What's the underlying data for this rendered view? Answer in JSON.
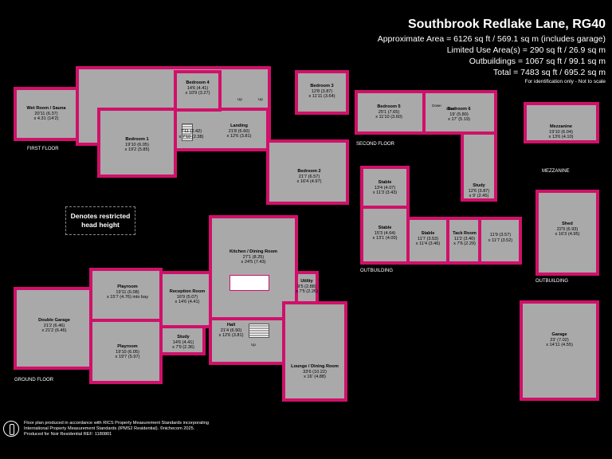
{
  "header": {
    "title": "Southbrook Redlake Lane, RG40",
    "lines": [
      "Approximate Area = 6126 sq ft / 569.1 sq m (includes garage)",
      "Limited Use Area(s) = 290 sq ft / 26.9 sq m",
      "Outbuildings = 1067 sq ft / 99.1 sq m",
      "Total = 7483 sq ft / 695.2 sq m"
    ],
    "note": "For identification only - Not to scale"
  },
  "colors": {
    "background": "#000000",
    "walls": "#d0106a",
    "floor": "#a9a9a9"
  },
  "key": {
    "line1": "Denotes restricted",
    "line2": "head height"
  },
  "floors": {
    "first": "FIRST FLOOR",
    "second": "SECOND FLOOR",
    "ground": "GROUND FLOOR",
    "mezzanine": "MEZZANINE",
    "outbuilding1": "OUTBUILDING",
    "outbuilding2": "OUTBUILDING"
  },
  "rooms": {
    "wet_room": {
      "name": "Wet Room / Sauna",
      "dims": "20'11 (6.37)\nx 4.31 (14'2)"
    },
    "bedroom4": {
      "name": "Bedroom 4",
      "dims": "14'6 (4.41)\nx 10'9 (3.27)"
    },
    "bedroom3": {
      "name": "Bedroom 3",
      "dims": "12'8 (3.87)\nx 11'11 (3.64)"
    },
    "bedroom1": {
      "name": "Bedroom 1",
      "dims": "19'10 (6.05)\nx 19'2 (5.85)"
    },
    "ff_small": {
      "name": "",
      "dims": "7'11 (2.42)\nx 7'10 (2.38)"
    },
    "landing": {
      "name": "Landing",
      "dims": "21'8 (6.60)\nx 12'6 (3.81)"
    },
    "bedroom2": {
      "name": "Bedroom 2",
      "dims": "21'7 (6.57)\nx 16'4 (4.97)"
    },
    "bedroom5": {
      "name": "Bedroom 5",
      "dims": "25'1 (7.65)\nx 11'10 (3.60)"
    },
    "bedroom6": {
      "name": "Bedroom 6",
      "dims": "19' (5.80)\nx 17' (5.19)"
    },
    "study_sf": {
      "name": "Study",
      "dims": "12'6 (3.87)\nx 9' (2.45)"
    },
    "mezzanine": {
      "name": "Mezzanine",
      "dims": "19'10 (6.04)\nx 13'6 (4.10)"
    },
    "stable1": {
      "name": "Stable",
      "dims": "13'4 (4.07)\nx 11'3 (3.43)"
    },
    "stable2": {
      "name": "Stable",
      "dims": "15'3 (4.64)\nx 13'1 (4.00)"
    },
    "stable3": {
      "name": "Stable",
      "dims": "11'7 (3.53)\nx 11'4 (3.46)"
    },
    "tack_room": {
      "name": "Tack Room",
      "dims": "11'2 (3.40)\nx 7'6 (2.29)"
    },
    "ob_room": {
      "name": "",
      "dims": "11'9 (3.57)\nx 11'7 (3.52)"
    },
    "shed": {
      "name": "Shed",
      "dims": "22'9 (6.93)\nx 16'3 (4.95)"
    },
    "garage": {
      "name": "Garage",
      "dims": "23' (7.02)\nx 14'11 (4.55)"
    },
    "kitchen": {
      "name": "Kitchen / Dining Room",
      "dims": "27'1 (8.25)\nx 24'5 (7.43)"
    },
    "utility": {
      "name": "Utility",
      "dims": "9'5 (2.88)\nx 7'5 (2.26)"
    },
    "playroom1": {
      "name": "Playroom",
      "dims": "19'11 (6.08)\nx 15'7 (4.76) into bay"
    },
    "reception": {
      "name": "Reception Room",
      "dims": "16'9 (5.07)\nx 14'6 (4.41)"
    },
    "double_garage": {
      "name": "Double Garage",
      "dims": "21'2 (6.46)\nx 21'2 (6.46)"
    },
    "playroom2": {
      "name": "Playroom",
      "dims": "19'10 (6.05)\nx 19'7 (5.97)"
    },
    "study_gf": {
      "name": "Study",
      "dims": "14'6 (4.41)\nx 7'9 (2.36)"
    },
    "hall": {
      "name": "Hall",
      "dims": "21'4 (6.50)\nx 12'6 (3.81)"
    },
    "lounge": {
      "name": "Lounge / Dining Room",
      "dims": "33'6 (10.22)\nx 16' (4.88)"
    }
  },
  "small_labels": {
    "down1": "Down",
    "down2": "Down",
    "up1": "Up",
    "up2": "Up",
    "up3": "Up"
  },
  "footer": {
    "line1": "Floor plan produced in accordance with RICS Property Measurement Standards incorporating",
    "line2": "International Property Measurement Standards (IPMS2 Residential). ©nichecom 2025.",
    "line3": "Produced for Noir Residential   REF:  1180801"
  }
}
